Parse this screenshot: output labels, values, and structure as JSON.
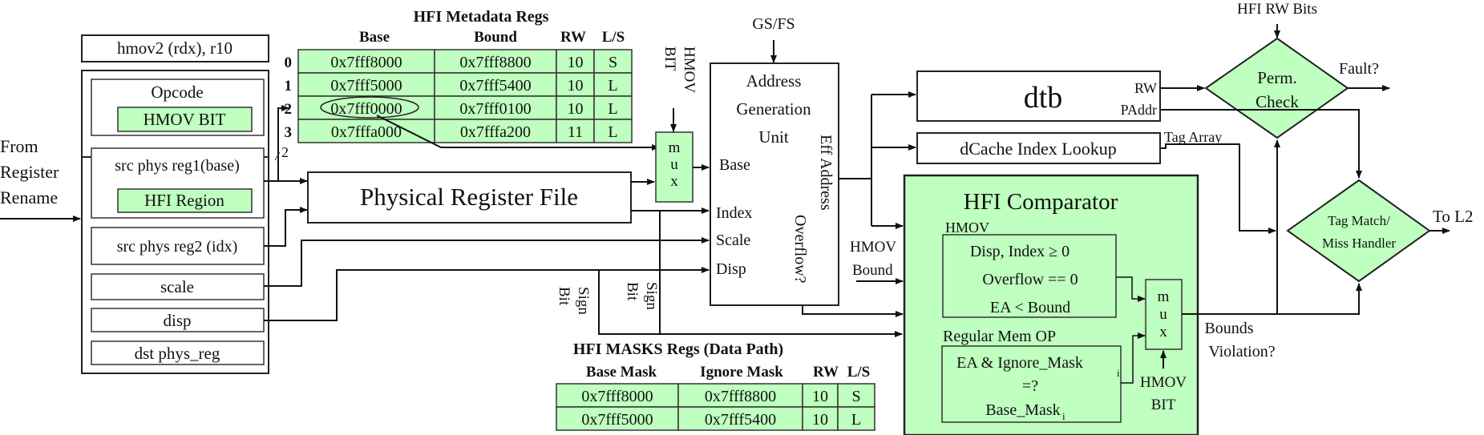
{
  "instruction": "hmov2 (rdx), r10",
  "input_label": [
    "From",
    "Register",
    "Rename"
  ],
  "uop_fields": {
    "opcode": "Opcode",
    "hmov_bit": "HMOV BIT",
    "src1": "src phys reg1(base)",
    "hfi_region": "HFI Region",
    "src2": "src phys reg2 (idx)",
    "scale": "scale",
    "disp": "disp",
    "dst": "dst phys_reg"
  },
  "bus_width_label": "2",
  "metadata_regs": {
    "title": "HFI Metadata Regs",
    "headers": [
      "Base",
      "Bound",
      "RW",
      "L/S"
    ],
    "rows": [
      {
        "index": "0",
        "base": "0x7fff8000",
        "bound": "0x7fff8800",
        "rw": "10",
        "ls": "S"
      },
      {
        "index": "1",
        "base": "0x7fff5000",
        "bound": "0x7fff5400",
        "rw": "10",
        "ls": "L"
      },
      {
        "index": "2",
        "base": "0x7fff0000",
        "bound": "0x7fff0100",
        "rw": "10",
        "ls": "L"
      },
      {
        "index": "3",
        "base": "0x7fffa000",
        "bound": "0x7fffa200",
        "rw": "11",
        "ls": "L"
      }
    ],
    "highlighted_row": 2
  },
  "prf": "Physical Register File",
  "mux_label": [
    "m",
    "u",
    "x"
  ],
  "hmov_bit_label": [
    "HMOV",
    "BIT"
  ],
  "gsfs": "GS/FS",
  "agu": {
    "title": [
      "Address",
      "Generation",
      "Unit"
    ],
    "inputs": [
      "Base",
      "Index",
      "Scale",
      "Disp"
    ],
    "eff_address": "Eff Address",
    "overflow": "Overflow?"
  },
  "sign_bit": [
    "Sign",
    "Bit"
  ],
  "masks_regs": {
    "title": "HFI MASKS Regs (Data Path)",
    "headers": [
      "Base Mask",
      "Ignore Mask",
      "RW",
      "L/S"
    ],
    "rows": [
      {
        "base_mask": "0x7fff8000",
        "ignore_mask": "0x7fff8800",
        "rw": "10",
        "ls": "S"
      },
      {
        "base_mask": "0x7fff5000",
        "ignore_mask": "0x7fff5400",
        "rw": "10",
        "ls": "L"
      }
    ]
  },
  "dtb": {
    "title": "dtb",
    "rw": "RW",
    "paddr": "PAddr"
  },
  "dcache": "dCache Index Lookup",
  "tag_array": "Tag Array",
  "hmov_bound": [
    "HMOV",
    "Bound"
  ],
  "comparator": {
    "title": "HFI Comparator",
    "hmov_label": "HMOV",
    "hmov_checks": [
      "Disp, Index ≥ 0",
      "Overflow == 0",
      "EA < Bound"
    ],
    "regular_label": "Regular Mem OP",
    "regular_checks": [
      "EA & Ignore_Mask",
      "=?",
      "Base_Mask"
    ],
    "subscript": "i"
  },
  "bounds_violation": [
    "Bounds",
    "Violation?"
  ],
  "hfi_rw_bits": "HFI RW Bits",
  "perm_check": [
    "Perm.",
    "Check"
  ],
  "fault": "Fault?",
  "tag_match": [
    "Tag Match/",
    "Miss Handler"
  ],
  "to_l2": "To L2",
  "colors": {
    "green": "#bfffbf",
    "line": "#111111"
  }
}
